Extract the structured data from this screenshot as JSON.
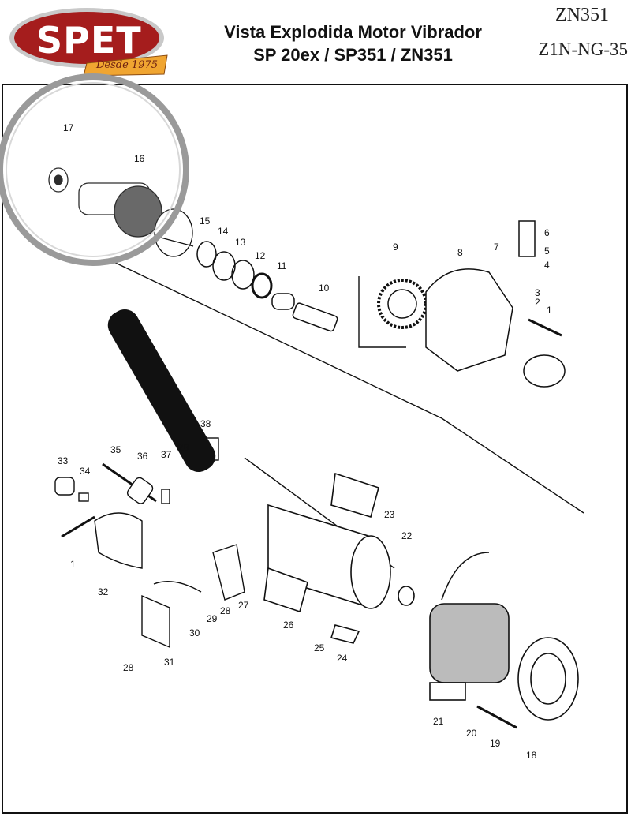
{
  "header": {
    "logo_text": "SPET",
    "logo_tagline": "Desde 1975",
    "title_line1": "Vista Explodida Motor Vibrador",
    "title_line2": "SP 20ex / SP351 / ZN351",
    "model_code": "ZN351",
    "model_sub": "Z1N-NG-35"
  },
  "colors": {
    "logo_red": "#a51d1d",
    "logo_ribbon": "#f0a531",
    "ink": "#111111"
  },
  "parts": [
    {
      "num": "1"
    },
    {
      "num": "2"
    },
    {
      "num": "3"
    },
    {
      "num": "4"
    },
    {
      "num": "5"
    },
    {
      "num": "6"
    },
    {
      "num": "7"
    },
    {
      "num": "8"
    },
    {
      "num": "9"
    },
    {
      "num": "10"
    },
    {
      "num": "11"
    },
    {
      "num": "12"
    },
    {
      "num": "13"
    },
    {
      "num": "14"
    },
    {
      "num": "15"
    },
    {
      "num": "16"
    },
    {
      "num": "17"
    },
    {
      "num": "18"
    },
    {
      "num": "19"
    },
    {
      "num": "20"
    },
    {
      "num": "21"
    },
    {
      "num": "22"
    },
    {
      "num": "23"
    },
    {
      "num": "24"
    },
    {
      "num": "25"
    },
    {
      "num": "26"
    },
    {
      "num": "27"
    },
    {
      "num": "28"
    },
    {
      "num": "29"
    },
    {
      "num": "30"
    },
    {
      "num": "31"
    },
    {
      "num": "32"
    },
    {
      "num": "33"
    },
    {
      "num": "34"
    },
    {
      "num": "35"
    },
    {
      "num": "36"
    },
    {
      "num": "37"
    },
    {
      "num": "38"
    }
  ]
}
